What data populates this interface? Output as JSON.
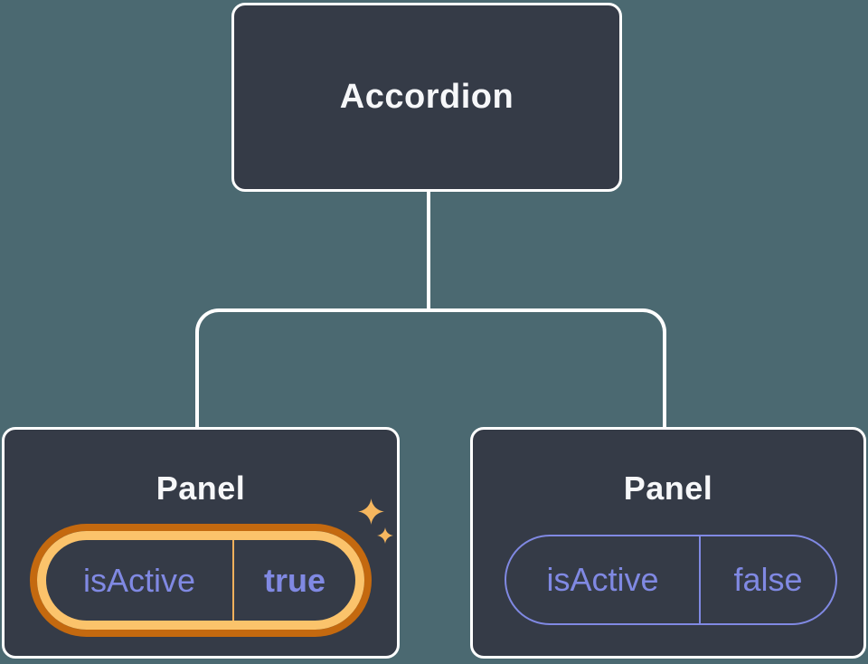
{
  "diagram": {
    "root": {
      "label": "Accordion"
    },
    "children": [
      {
        "label": "Panel",
        "state": {
          "name": "isActive",
          "value": "true"
        },
        "highlighted": true
      },
      {
        "label": "Panel",
        "state": {
          "name": "isActive",
          "value": "false"
        },
        "highlighted": false
      }
    ]
  },
  "colors": {
    "background": "#4B6971",
    "box_fill": "#353B47",
    "box_border": "#FFFFFF",
    "connector": "#FFFFFF",
    "state_purple": "#8089E3",
    "highlight_orange_light": "#FBC36B",
    "highlight_orange_dark": "#C4690F",
    "highlight_divider": "#F3B05C",
    "sparkle": "#F6B75F",
    "title_text": "#F6F7F9"
  }
}
